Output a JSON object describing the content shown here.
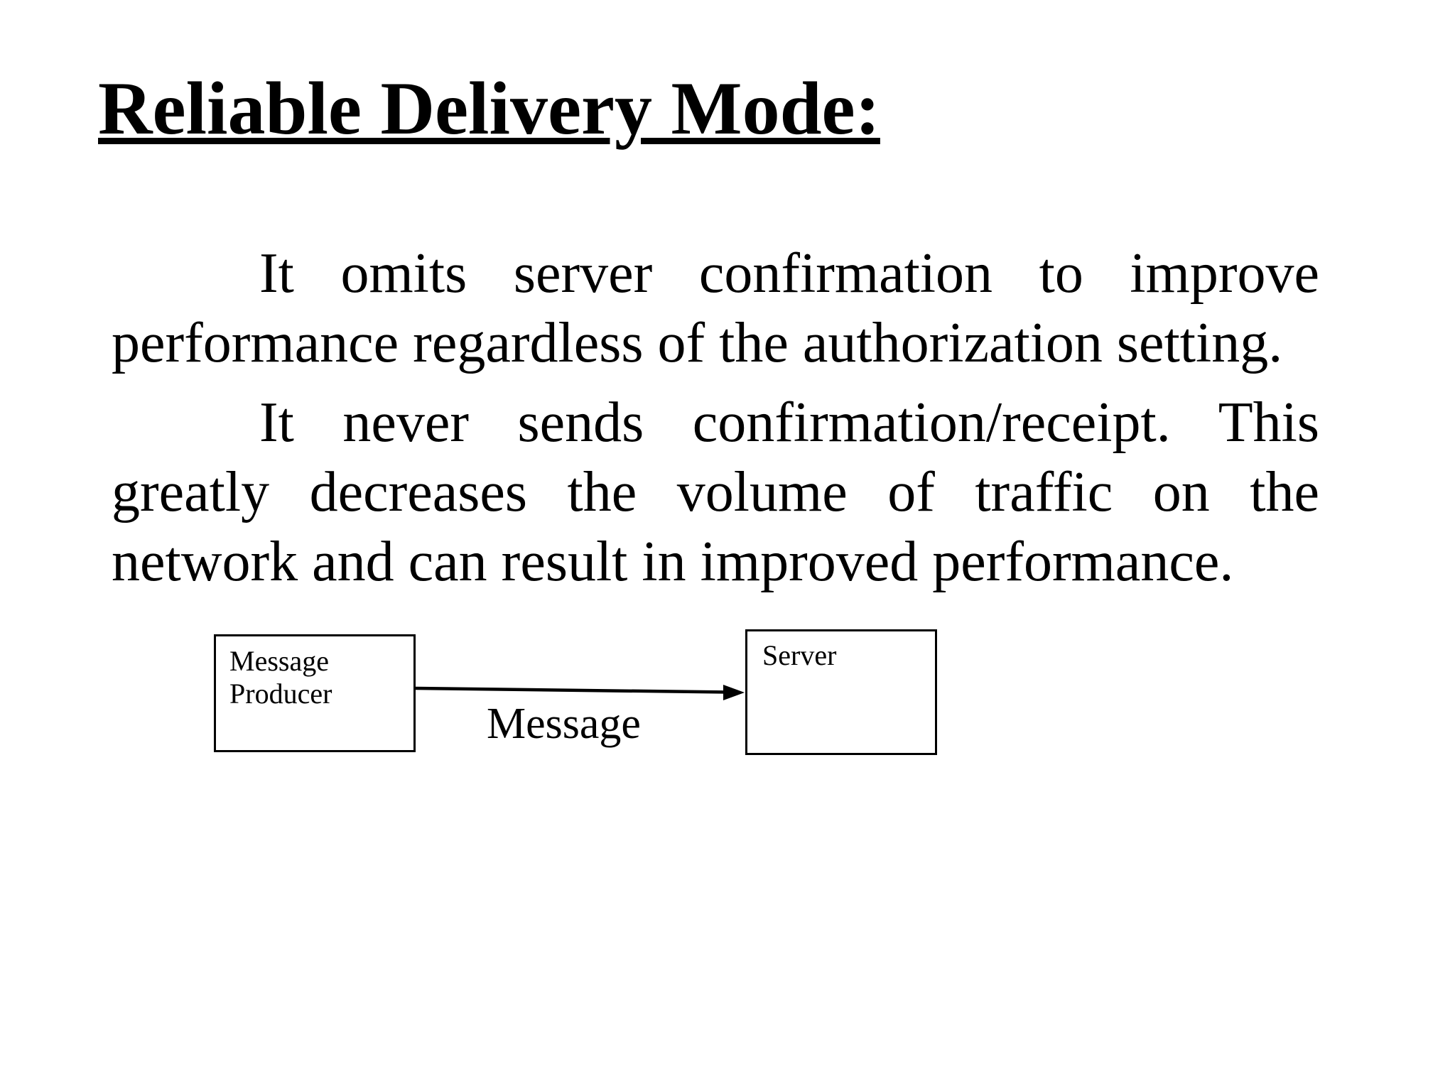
{
  "title": "Reliable Delivery Mode:",
  "body": {
    "paragraphs": [
      {
        "lines": [
          "It omits server confirmation to improve",
          "performance regardless of the authorization setting."
        ]
      },
      {
        "lines": [
          "It never sends confirmation/receipt. This",
          "greatly decreases the volume of traffic on the",
          "network and can result in improved performance."
        ]
      }
    ]
  },
  "diagram": {
    "producer_box_label": "Message Producer",
    "server_box_label": "Server",
    "arrow_label": "Message"
  },
  "colors": {
    "text": "#000000",
    "background": "#ffffff"
  }
}
